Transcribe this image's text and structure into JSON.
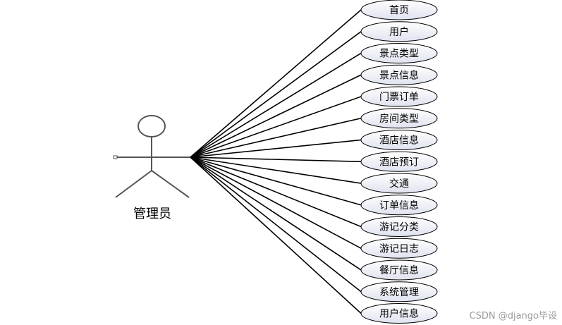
{
  "actor": {
    "label": "管理员"
  },
  "use_cases": [
    {
      "label": "首页"
    },
    {
      "label": "用户"
    },
    {
      "label": "景点类型"
    },
    {
      "label": "景点信息"
    },
    {
      "label": "门票订单"
    },
    {
      "label": "房间类型"
    },
    {
      "label": "酒店信息"
    },
    {
      "label": "酒店预订"
    },
    {
      "label": "交通"
    },
    {
      "label": "订单信息"
    },
    {
      "label": "游记分类"
    },
    {
      "label": "游记日志"
    },
    {
      "label": "餐厅信息"
    },
    {
      "label": "系统管理"
    },
    {
      "label": "用户信息"
    }
  ],
  "watermark": "CSDN @django毕设"
}
